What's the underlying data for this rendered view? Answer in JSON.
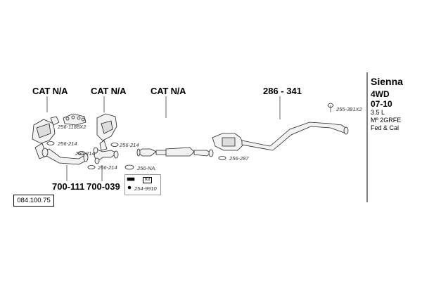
{
  "header_labels": {
    "cat1": "CAT N/A",
    "cat2": "CAT N/A",
    "cat3": "CAT N/A",
    "part_rear": "286 - 341"
  },
  "bottom_labels": {
    "part_left": "700-111",
    "part_mid": "700-039",
    "reference": "084.100.75"
  },
  "clamp_labels": {
    "c1": "256-1188X2",
    "c2": "256-214",
    "c3": "256-214",
    "c4": "256-214",
    "c5": "256-214",
    "c6": "256-NA.",
    "c7": "256-287",
    "c8": "255-381X2"
  },
  "kit": {
    "label": "Kit",
    "number": "254-9910"
  },
  "vehicle": {
    "model": "Sienna",
    "drive": "4WD",
    "years": "07-10",
    "engine": "3.5 L",
    "engine_code": "Mº 2GRFE",
    "market": "Fed & Cal"
  },
  "colors": {
    "line": "#000000",
    "part_fill": "#f2f2f2",
    "part_stroke": "#222222"
  }
}
